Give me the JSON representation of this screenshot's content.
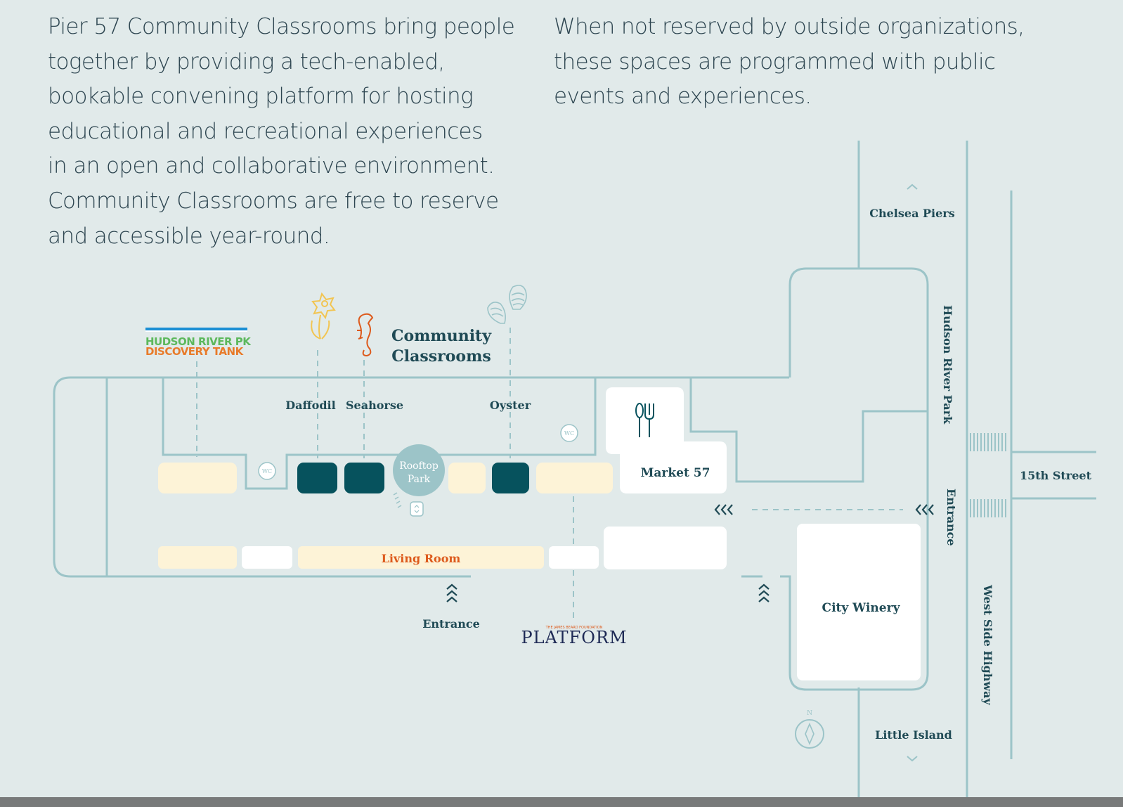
{
  "intro": {
    "left_lines": [
      "Pier 57 Community Classrooms bring people",
      "together by providing a tech-enabled,",
      "bookable convening platform for hosting",
      "educational and recreational experiences",
      "in an open and collaborative environment.",
      "Community Classrooms are free to reserve",
      "and accessible year-round."
    ],
    "right_lines": [
      "When not reserved by outside organizations,",
      "these spaces are programmed with public",
      "events and experiences."
    ]
  },
  "map": {
    "title_lines": [
      "Community",
      "Classrooms"
    ],
    "partners": {
      "discovery_tank_lines": [
        "HUDSON RIVER PK",
        "DISCOVERY TANK"
      ],
      "platform_small": "THE JAMES BEARD FOUNDATION",
      "platform": "PLATFORM"
    },
    "rooms": {
      "daffodil": "Daffodil",
      "seahorse": "Seahorse",
      "oyster": "Oyster",
      "living_room": "Living Room",
      "rooftop_lines": [
        "Rooftop",
        "Park"
      ],
      "market": "Market 57",
      "city_winery": "City Winery"
    },
    "wc": "WC",
    "entrance": "Entrance",
    "entrance_side": "Entrance",
    "streets": {
      "chelsea_piers": "Chelsea Piers",
      "hudson_river_park": "Hudson River Park",
      "fifteenth": "15th Street",
      "west_side_highway": "West Side Highway",
      "little_island": "Little Island"
    },
    "compass": "N",
    "colors": {
      "background": "#e1eaea",
      "line": "#9cc4c8",
      "teal_dark": "#06525d",
      "cream": "#fdf3d7",
      "orange": "#dd5a1c",
      "text_dark": "#1f4a55"
    }
  }
}
